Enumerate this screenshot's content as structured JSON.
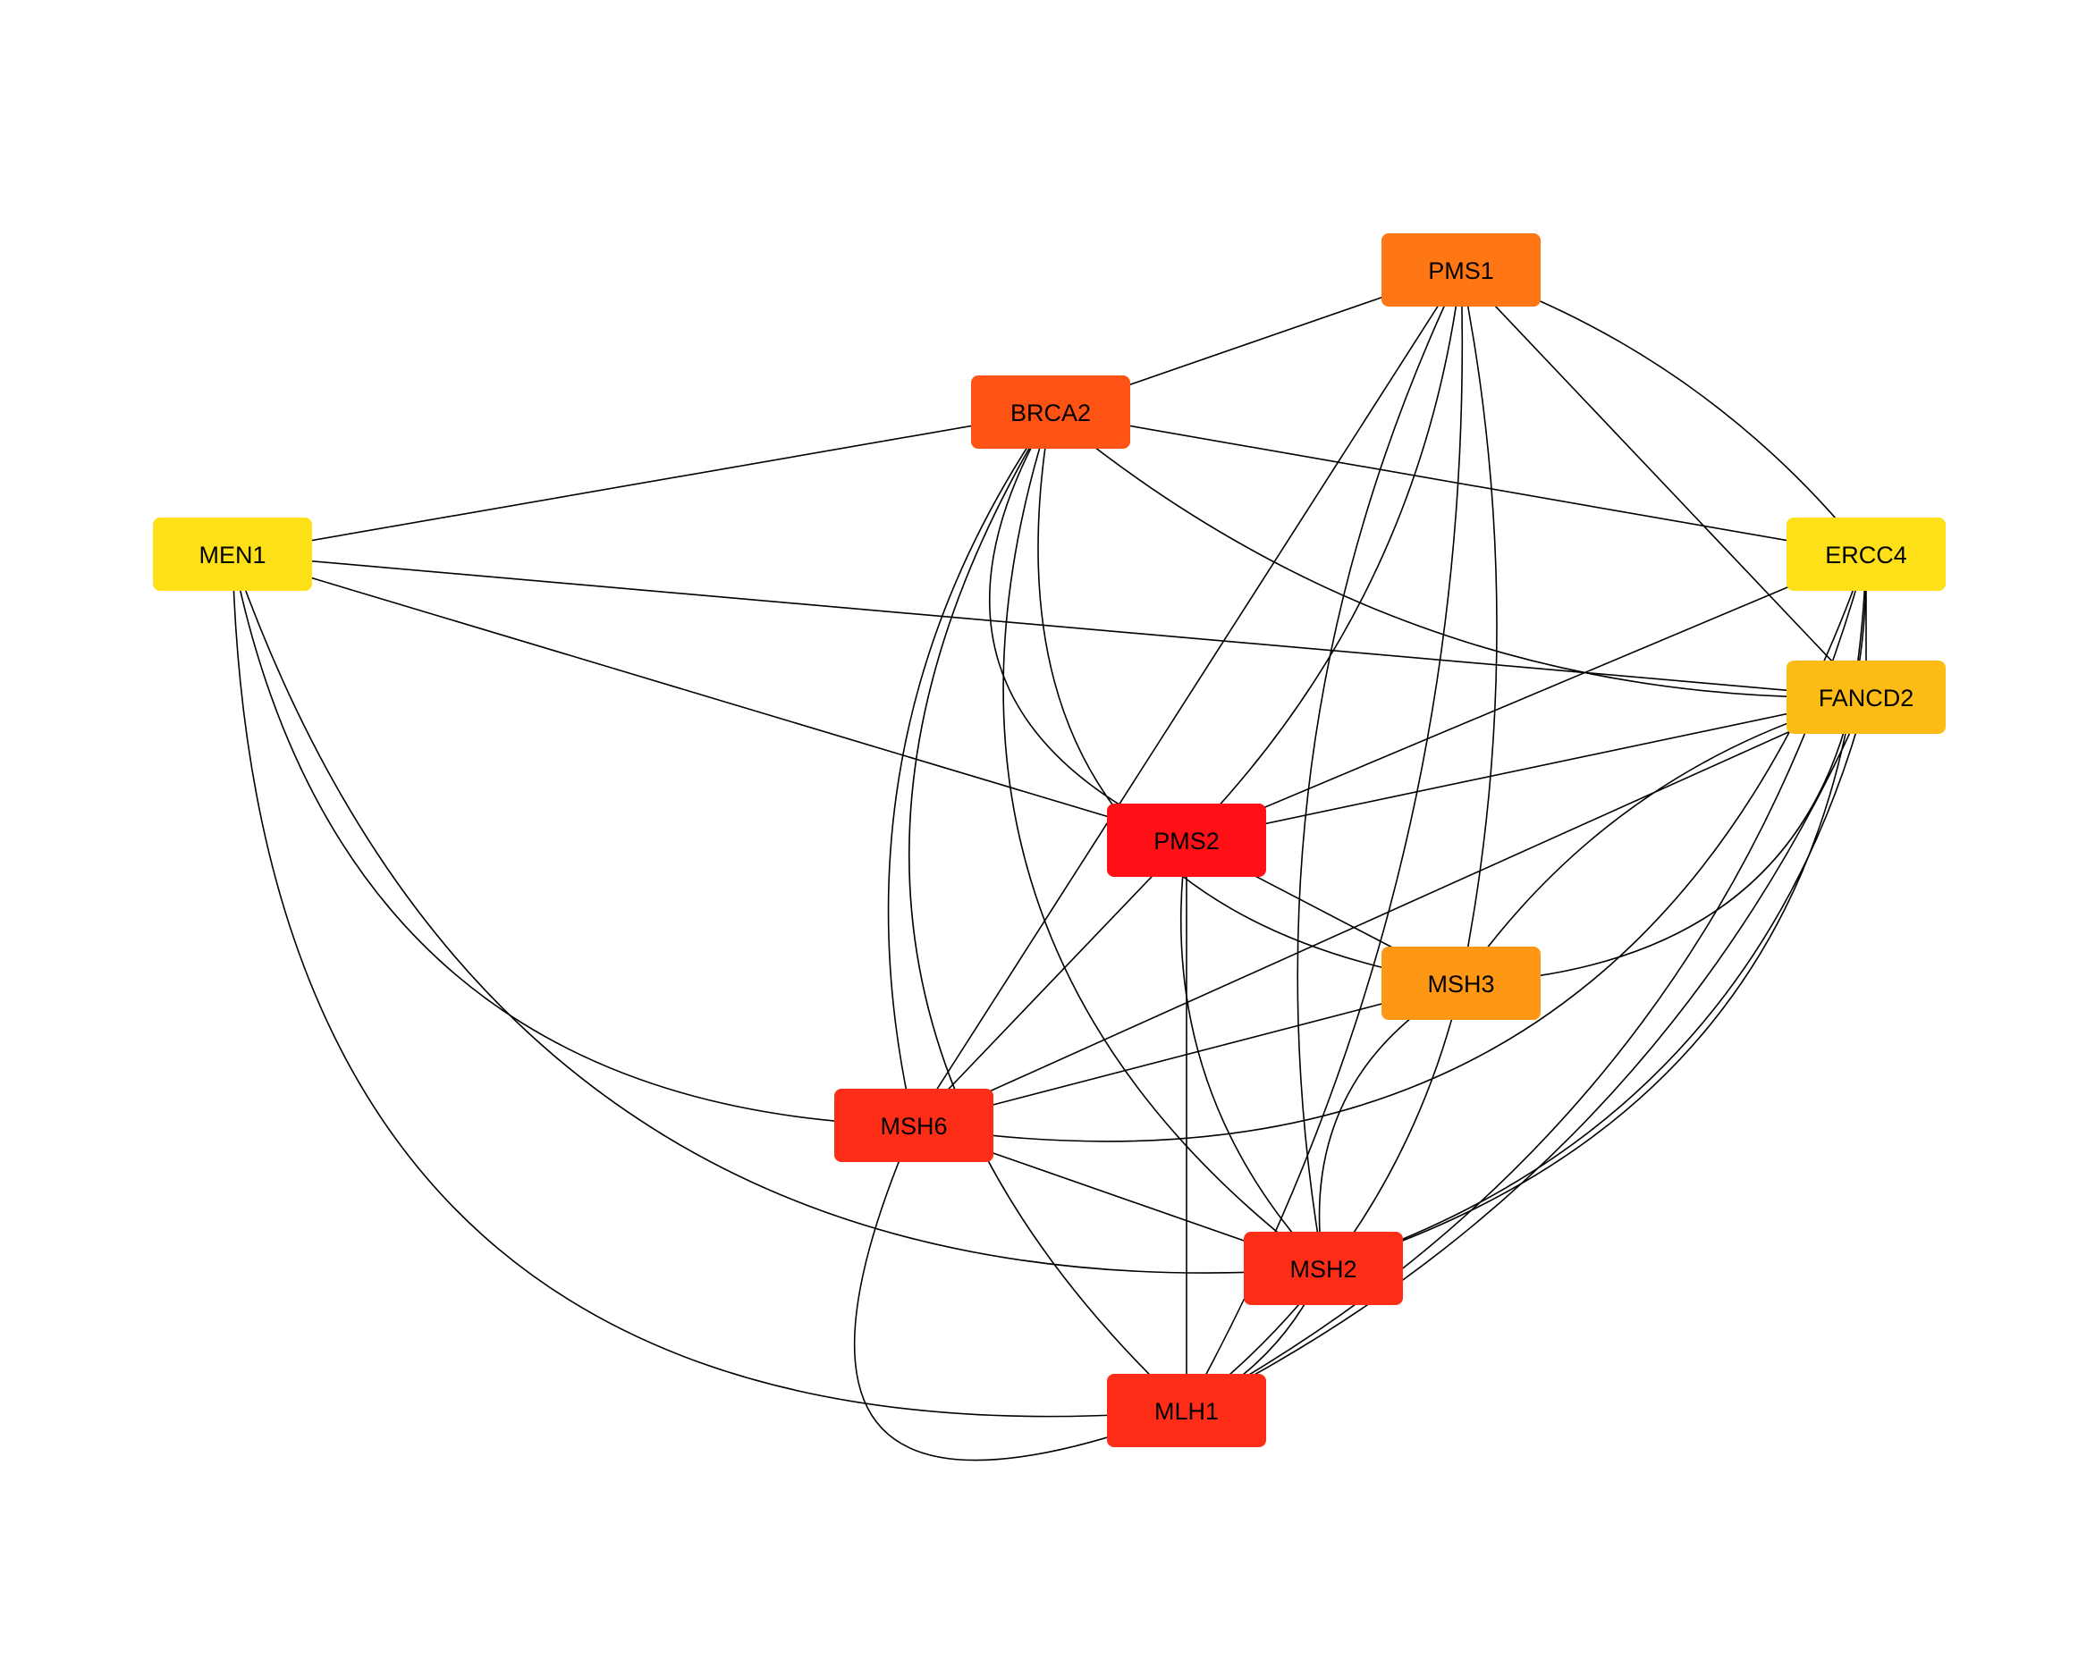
{
  "network": {
    "nodes": [
      {
        "id": "PMS1",
        "label": "PMS1",
        "color": "#FF7714"
      },
      {
        "id": "BRCA2",
        "label": "BRCA2",
        "color": "#FF5315"
      },
      {
        "id": "MEN1",
        "label": "MEN1",
        "color": "#FDE017"
      },
      {
        "id": "ERCC4",
        "label": "ERCC4",
        "color": "#FDE017"
      },
      {
        "id": "FANCD2",
        "label": "FANCD2",
        "color": "#FDBC15"
      },
      {
        "id": "PMS2",
        "label": "PMS2",
        "color": "#FF0F16"
      },
      {
        "id": "MSH3",
        "label": "MSH3",
        "color": "#FE9814"
      },
      {
        "id": "MSH6",
        "label": "MSH6",
        "color": "#FE2D17"
      },
      {
        "id": "MSH2",
        "label": "MSH2",
        "color": "#FE2D17"
      },
      {
        "id": "MLH1",
        "label": "MLH1",
        "color": "#FE2D17"
      }
    ],
    "edges": [
      [
        "PMS1",
        "BRCA2"
      ],
      [
        "PMS1",
        "PMS2"
      ],
      [
        "PMS1",
        "MSH3"
      ],
      [
        "PMS1",
        "MSH6"
      ],
      [
        "PMS1",
        "MLH1"
      ],
      [
        "PMS1",
        "ERCC4"
      ],
      [
        "PMS1",
        "FANCD2"
      ],
      [
        "PMS1",
        "MSH2"
      ],
      [
        "BRCA2",
        "MEN1"
      ],
      [
        "BRCA2",
        "ERCC4"
      ],
      [
        "BRCA2",
        "FANCD2"
      ],
      [
        "BRCA2",
        "PMS2"
      ],
      [
        "BRCA2",
        "MSH3"
      ],
      [
        "BRCA2",
        "MSH6"
      ],
      [
        "BRCA2",
        "MSH2"
      ],
      [
        "BRCA2",
        "MLH1"
      ],
      [
        "MEN1",
        "FANCD2"
      ],
      [
        "MEN1",
        "PMS2"
      ],
      [
        "MEN1",
        "MSH6"
      ],
      [
        "MEN1",
        "MSH2"
      ],
      [
        "MEN1",
        "MLH1"
      ],
      [
        "ERCC4",
        "PMS2"
      ],
      [
        "ERCC4",
        "MSH3"
      ],
      [
        "ERCC4",
        "MSH6"
      ],
      [
        "ERCC4",
        "MSH2"
      ],
      [
        "ERCC4",
        "MLH1"
      ],
      [
        "ERCC4",
        "FANCD2"
      ],
      [
        "FANCD2",
        "PMS2"
      ],
      [
        "FANCD2",
        "MSH3"
      ],
      [
        "FANCD2",
        "MSH6"
      ],
      [
        "FANCD2",
        "MSH2"
      ],
      [
        "FANCD2",
        "MLH1"
      ],
      [
        "PMS2",
        "MSH3"
      ],
      [
        "PMS2",
        "MSH6"
      ],
      [
        "PMS2",
        "MSH2"
      ],
      [
        "PMS2",
        "MLH1"
      ],
      [
        "MSH3",
        "MSH6"
      ],
      [
        "MSH3",
        "MSH2"
      ],
      [
        "MSH3",
        "MLH1"
      ],
      [
        "MSH6",
        "MSH2"
      ],
      [
        "MSH6",
        "MLH1"
      ],
      [
        "MSH2",
        "MLH1"
      ]
    ]
  }
}
